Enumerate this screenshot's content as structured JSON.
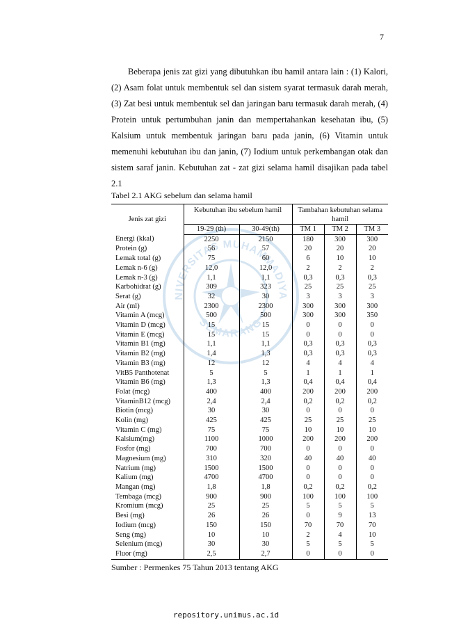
{
  "page_number": "7",
  "paragraph": "Beberapa jenis zat gizi yang dibutuhkan ibu hamil antara lain : (1) Kalori, (2) Asam folat untuk membentuk sel dan sistem syarat termasuk darah merah, (3) Zat besi untuk membentuk sel dan jaringan baru termasuk darah merah, (4) Protein untuk pertumbuhan janin dan mempertahankan kesehatan ibu, (5) Kalsium untuk membentuk jaringan baru pada janin, (6) Vitamin untuk memenuhi kebutuhan ibu dan janin, (7) Iodium untuk perkembangan otak dan sistem saraf janin. Kebutuhan zat - zat gizi selama hamil disajikan pada tabel 2.1",
  "table": {
    "caption": "Tabel 2.1 AKG sebelum dan selama hamil",
    "col_name": "Jenis zat gizi",
    "group1": "Kebutuhan ibu sebelum hamil",
    "group2": "Tambahan kebutuhan selama hamil",
    "sub": [
      "19-29 (th)",
      "30-49(th)",
      "TM 1",
      "TM 2",
      "TM 3"
    ],
    "rows": [
      [
        "Energi (kkal)",
        "2250",
        "2150",
        "180",
        "300",
        "300"
      ],
      [
        "Protein (g)",
        "56",
        "57",
        "20",
        "20",
        "20"
      ],
      [
        "Lemak total (g)",
        "75",
        "60",
        "6",
        "10",
        "10"
      ],
      [
        "Lemak n-6 (g)",
        "12,0",
        "12,0",
        "2",
        "2",
        "2"
      ],
      [
        "Lemak n-3 (g)",
        "1,1",
        "1,1",
        "0,3",
        "0,3",
        "0,3"
      ],
      [
        "Karbohidrat (g)",
        "309",
        "323",
        "25",
        "25",
        "25"
      ],
      [
        "Serat (g)",
        "32",
        "30",
        "3",
        "3",
        "3"
      ],
      [
        "Air (ml)",
        "2300",
        "2300",
        "300",
        "300",
        "300"
      ],
      [
        "Vitamin A (mcg)",
        "500",
        "500",
        "300",
        "300",
        "350"
      ],
      [
        "Vitamin D (mcg)",
        "15",
        "15",
        "0",
        "0",
        "0"
      ],
      [
        "Vitamin E (mcg)",
        "15",
        "15",
        "0",
        "0",
        "0"
      ],
      [
        "Vitamin B1 (mg)",
        "1,1",
        "1,1",
        "0,3",
        "0,3",
        "0,3"
      ],
      [
        "Vitamin B2 (mg)",
        "1,4",
        "1,3",
        "0,3",
        "0,3",
        "0,3"
      ],
      [
        "Vitamin B3 (mg)",
        "12",
        "12",
        "4",
        "4",
        "4"
      ],
      [
        "VitB5 Panthotenat",
        "5",
        "5",
        "1",
        "1",
        "1"
      ],
      [
        "Vitamin B6 (mg)",
        "1,3",
        "1,3",
        "0,4",
        "0,4",
        "0,4"
      ],
      [
        "Folat (mcg)",
        "400",
        "400",
        "200",
        "200",
        "200"
      ],
      [
        "VitaminB12 (mcg)",
        "2,4",
        "2,4",
        "0,2",
        "0,2",
        "0,2"
      ],
      [
        "Biotin (mcg)",
        "30",
        "30",
        "0",
        "0",
        "0"
      ],
      [
        "Kolin (mg)",
        "425",
        "425",
        "25",
        "25",
        "25"
      ],
      [
        "Vitamin C (mg)",
        "75",
        "75",
        "10",
        "10",
        "10"
      ],
      [
        "Kalsium(mg)",
        "1100",
        "1000",
        "200",
        "200",
        "200"
      ],
      [
        "Fosfor (mg)",
        "700",
        "700",
        "0",
        "0",
        "0"
      ],
      [
        "Magnesium (mg)",
        "310",
        "320",
        "40",
        "40",
        "40"
      ],
      [
        "Natrium (mg)",
        "1500",
        "1500",
        "0",
        "0",
        "0"
      ],
      [
        "Kalium (mg)",
        "4700",
        "4700",
        "0",
        "0",
        "0"
      ],
      [
        "Mangan (mg)",
        "1,8",
        "1,8",
        "0,2",
        "0,2",
        "0,2"
      ],
      [
        "Tembaga (mcg)",
        "900",
        "900",
        "100",
        "100",
        "100"
      ],
      [
        "Kromium (mcg)",
        "25",
        "25",
        "5",
        "5",
        "5"
      ],
      [
        "Besi (mg)",
        "26",
        "26",
        "0",
        "9",
        "13"
      ],
      [
        "Iodium (mcg)",
        "150",
        "150",
        "70",
        "70",
        "70"
      ],
      [
        "Seng (mg)",
        "10",
        "10",
        "2",
        "4",
        "10"
      ],
      [
        "Selenium (mcg)",
        "30",
        "30",
        "5",
        "5",
        "5"
      ],
      [
        "Fluor (mg)",
        "2,5",
        "2,7",
        "0",
        "0",
        "0"
      ]
    ]
  },
  "source": "Sumber : Permenkes 75 Tahun 2013 tentang AKG",
  "watermark": {
    "text_top": "UNIVERSITAS MUHAMMADIYAH",
    "text_bottom": "SEMARANG",
    "icon": "university-seal-icon",
    "color": "#1f6fb5"
  },
  "footer": "repository.unimus.ac.id"
}
